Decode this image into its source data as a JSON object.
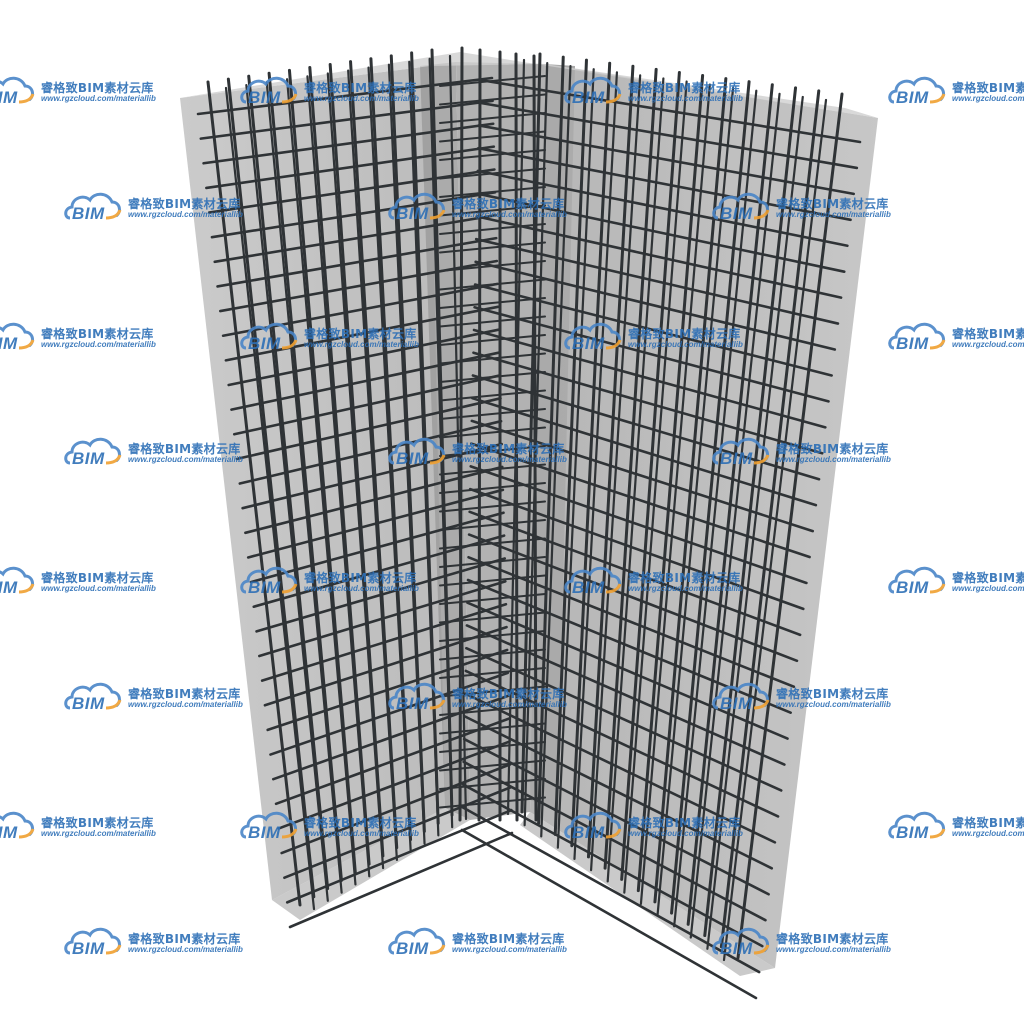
{
  "watermark": {
    "title": "睿格致BIM素材云库",
    "url": "www.rgzcloud.com/materiallib",
    "logo_text": "BIM",
    "logo_icon": "cloud-logo-icon",
    "colors": {
      "blue": "#2d6fb6",
      "orange": "#f0a030"
    }
  },
  "model": {
    "description_icon": "l-shaped-wall-rebar-icon",
    "concrete_color": "#b9b9b9",
    "rebar_color": "#2f3336"
  }
}
